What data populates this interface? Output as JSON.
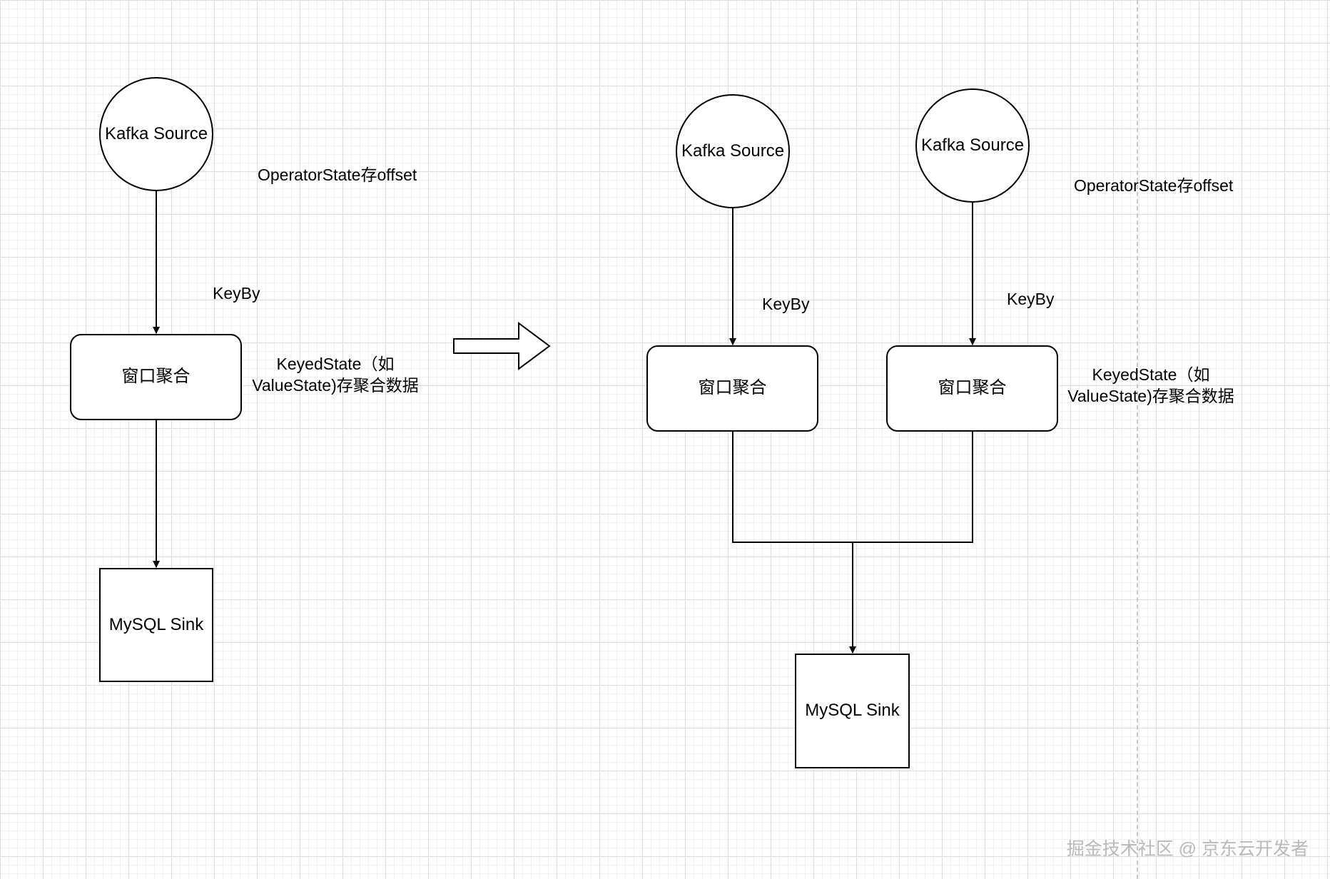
{
  "left": {
    "source": "Kafka Source",
    "operator_state_note": "OperatorState存offset",
    "keyby": "KeyBy",
    "window": "窗口聚合",
    "keyed_state_note_line1": "KeyedState（如",
    "keyed_state_note_line2": "ValueState)存聚合数据",
    "sink": "MySQL Sink"
  },
  "right": {
    "source_1": "Kafka Source",
    "source_2": "Kafka Source",
    "operator_state_note": "OperatorState存offset",
    "keyby_1": "KeyBy",
    "keyby_2": "KeyBy",
    "window_1": "窗口聚合",
    "window_2": "窗口聚合",
    "keyed_state_note_line1": "KeyedState（如",
    "keyed_state_note_line2": "ValueState)存聚合数据",
    "sink": "MySQL Sink"
  },
  "watermark": "掘金技术社区 @ 京东云开发者"
}
